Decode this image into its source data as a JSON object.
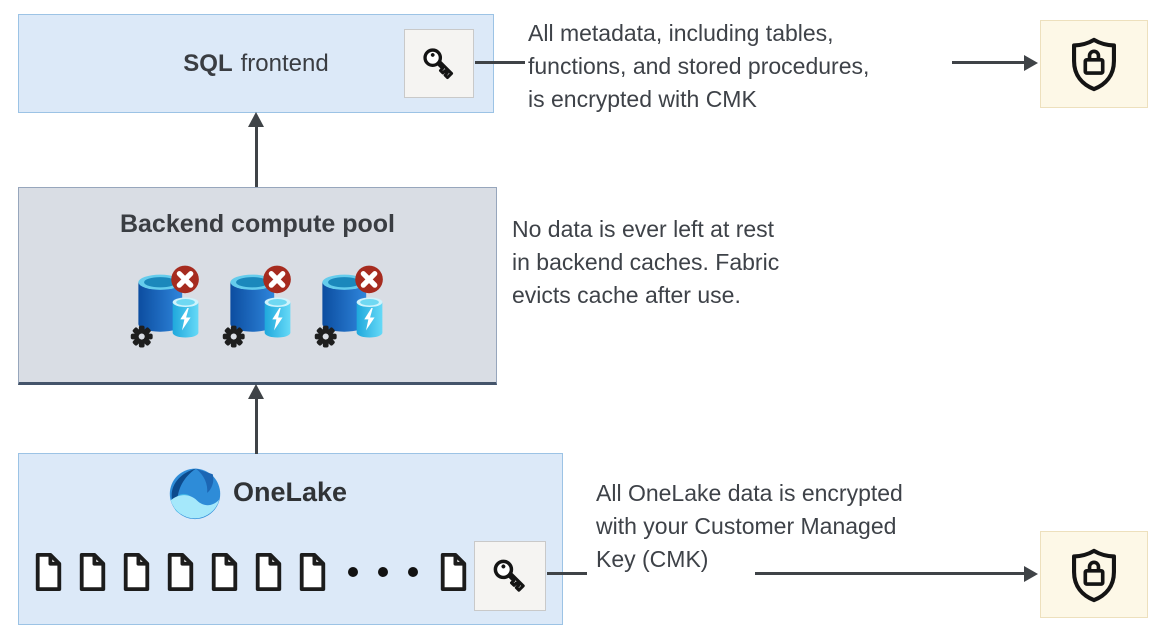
{
  "diagram": {
    "sql_frontend": {
      "title_bold": "SQL",
      "title_regular": "frontend"
    },
    "backend_pool": {
      "title": "Backend compute pool",
      "compute_node_count": 3
    },
    "onelake": {
      "title": "OneLake",
      "document_count": 8
    },
    "annotations": {
      "metadata_encryption": "All metadata, including tables,\nfunctions, and stored procedures,\nis encrypted with CMK",
      "cache_eviction": "No data is ever left at rest\nin backend caches. Fabric\nevicts cache after use.",
      "onelake_encryption": "All OneLake data is encrypted\nwith your Customer Managed\nKey (CMK)"
    },
    "icons": {
      "key": "key-icon",
      "shield_lock": "shield-lock-icon",
      "document": "document-icon",
      "compute_node": "database-compute-cache-blocked-icon",
      "gear": "gear-icon",
      "lightning": "lightning-icon",
      "blocked_badge": "blocked-x-badge",
      "onelake_logo": "onelake-logo"
    },
    "colors": {
      "node_blue_fill": "#DCE9F8",
      "node_blue_border": "#9CC3E5",
      "node_gray_fill": "#D9DDE4",
      "node_gray_border": "#97A6BC",
      "node_gray_border_bottom": "#44546A",
      "shield_panel_fill": "#FDF8E7",
      "shield_panel_border": "#EDE0BD",
      "key_panel_fill": "#F5F4F2",
      "key_panel_border": "#C9C9C9",
      "text": "#3E4248",
      "arrow": "#3F4347",
      "badge_red": "#A62B1F",
      "cylinder_dark_blue": "#0C4DA0",
      "cylinder_light_blue": "#2F86DC",
      "cache_cyan": "#1FA8DC"
    }
  }
}
